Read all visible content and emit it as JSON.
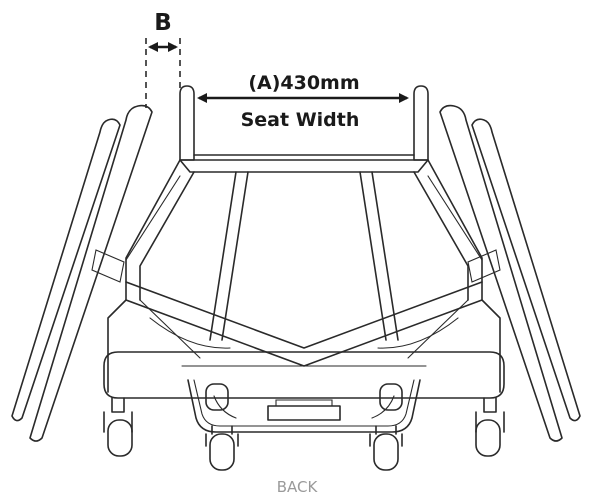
{
  "labels": {
    "dimension_b": "B",
    "dimension_a": "(A)430mm",
    "seat_width": "Seat Width",
    "view": "BACK"
  },
  "colors": {
    "line": "#2a2a2a",
    "view_label": "#9a9a9a",
    "background": "#ffffff"
  }
}
